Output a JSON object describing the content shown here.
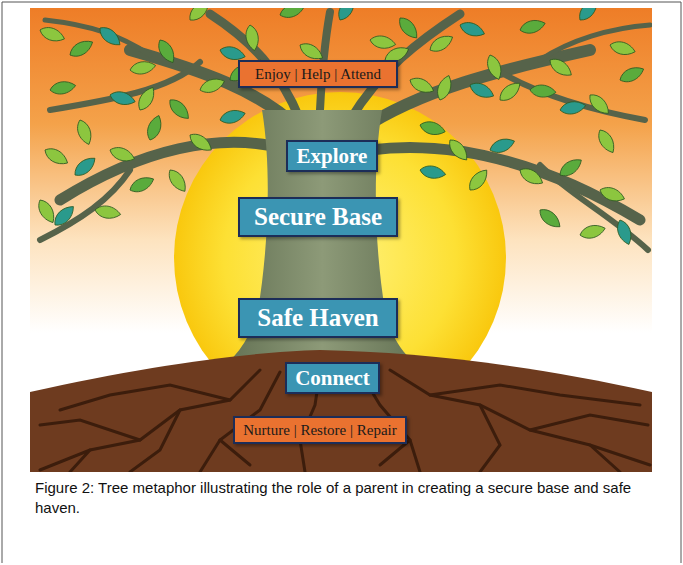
{
  "diagram": {
    "caption": "Figure 2: Tree metaphor illustrating the role of a parent in creating a secure base and safe haven.",
    "nodes": [
      {
        "text": [
          "Enjoy | Help | Attend"
        ]
      },
      {
        "text": [
          "Explore"
        ]
      },
      {
        "text": [
          "Secure Base"
        ]
      },
      {
        "text": [
          "Safe Haven"
        ]
      },
      {
        "text": [
          "Connect"
        ]
      },
      {
        "text": [
          "Nurture | Restore | Repair"
        ]
      }
    ]
  }
}
